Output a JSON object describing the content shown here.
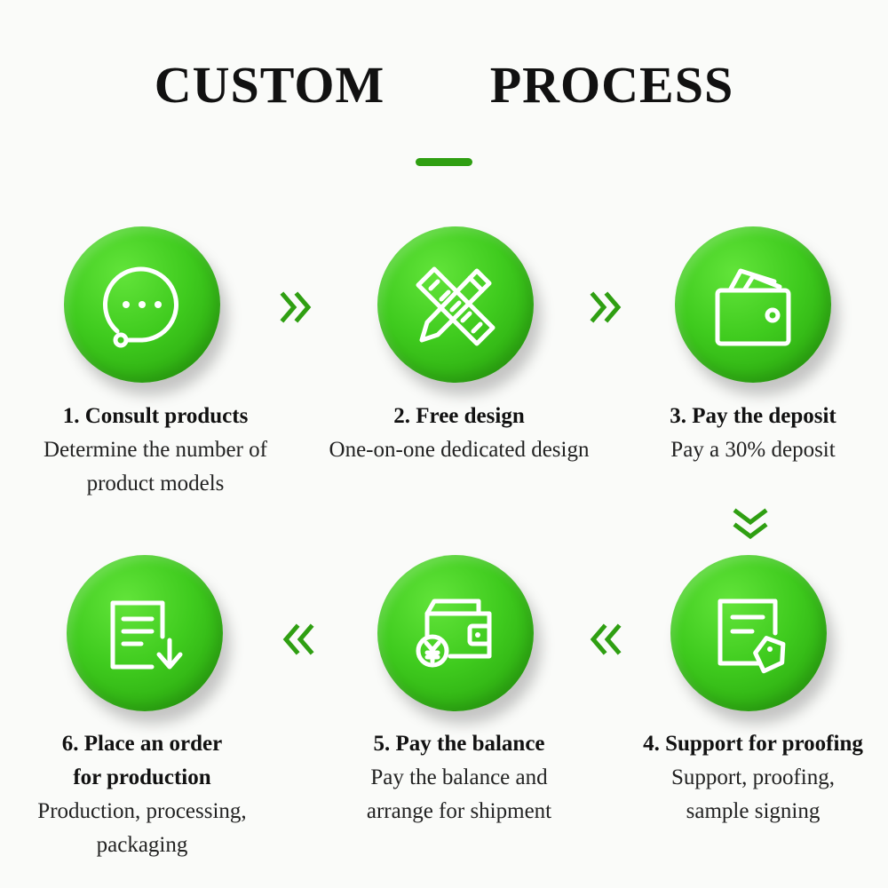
{
  "title": "CUSTOM   PROCESS",
  "colors": {
    "accent_green": "#3fcb1e",
    "dark_green": "#2f9f12",
    "icon_stroke": "#ffffff"
  },
  "steps": [
    {
      "heading": "1. Consult products",
      "desc_lines": [
        "Determine the number of",
        "product models"
      ],
      "icon": "chat-bubble-icon"
    },
    {
      "heading": "2. Free design",
      "desc_lines": [
        "One-on-one dedicated design"
      ],
      "icon": "ruler-pencil-icon"
    },
    {
      "heading": "3. Pay the deposit",
      "desc_lines": [
        "Pay a 30% deposit"
      ],
      "icon": "wallet-icon"
    },
    {
      "heading": "4. Support for proofing",
      "desc_lines": [
        "Support, proofing,",
        "sample signing"
      ],
      "icon": "document-tag-icon"
    },
    {
      "heading": "5. Pay the balance",
      "desc_lines": [
        "Pay the balance and",
        "arrange for shipment"
      ],
      "icon": "wallet-yen-icon"
    },
    {
      "heading_lines": [
        "6. Place an order",
        "for production"
      ],
      "desc_lines": [
        "Production, processing,",
        "packaging"
      ],
      "icon": "document-download-icon"
    }
  ],
  "arrows": [
    "double-chevron-right-icon",
    "double-chevron-right-icon",
    "double-chevron-down-icon",
    "double-chevron-left-icon",
    "double-chevron-left-icon"
  ]
}
